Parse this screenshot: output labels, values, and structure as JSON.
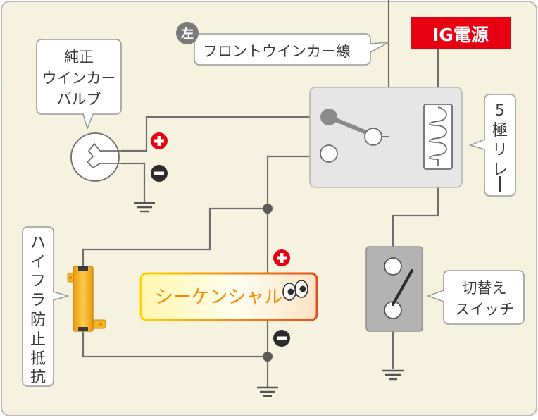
{
  "labels": {
    "left_badge": "左",
    "front_wire": "フロントウインカー線",
    "ig_power": "IG電源",
    "bulb_line1": "純正",
    "bulb_line2": "ウインカー",
    "bulb_line3": "バルブ",
    "relay_chars": [
      "5",
      "極",
      "リ",
      "レ",
      "ー"
    ],
    "switch_line1": "切替え",
    "switch_line2": "スイッチ",
    "sequential": "シーケンシャル",
    "resistor_chars": [
      "ハ",
      "イ",
      "フ",
      "ラ",
      "防",
      "止",
      "抵",
      "抗"
    ]
  },
  "symbols": {
    "plus": "+",
    "minus": "−"
  },
  "colors": {
    "background": "#f5f3e0",
    "outer_border": "#b9b9b9",
    "wire": "#6e6e6e",
    "ig_fill": "#e60012",
    "plus_color": "#e60012",
    "minus_color": "#2b2b2b",
    "relay_box": "#e6e6e6",
    "switch_box": "#b3b3b3",
    "resistor": "#f5b326",
    "sequential_text": "#f08a00"
  },
  "icons": [
    "bulb-icon",
    "ground-icon",
    "relay-coil-icon",
    "switch-icon",
    "resistor-icon",
    "eyes-icon"
  ]
}
